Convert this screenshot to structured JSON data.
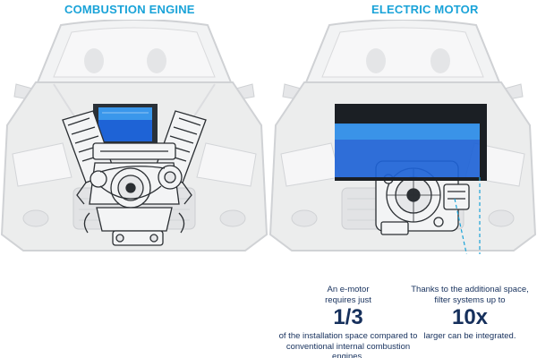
{
  "panels": {
    "left": {
      "title": "COMBUSTION ENGINE"
    },
    "right": {
      "title": "ELECTRIC MOTOR"
    }
  },
  "captions": {
    "emotor": {
      "line1": "An e-motor",
      "line2": "requires just",
      "highlight": "1/3",
      "line3": "of the installation space compared to",
      "line4": "conventional internal combustion engines."
    },
    "filter": {
      "line1": "Thanks to the additional space,",
      "line2": "filter systems up to",
      "highlight": "10x",
      "line3": "larger can be integrated."
    }
  },
  "colors": {
    "title": "#1aa3d8",
    "caption_text": "#16305c",
    "filter_blue": "#1e63d6",
    "filter_light": "#3fa0ee",
    "car_body": "#e9eaec",
    "car_outline": "#c8cacd"
  }
}
